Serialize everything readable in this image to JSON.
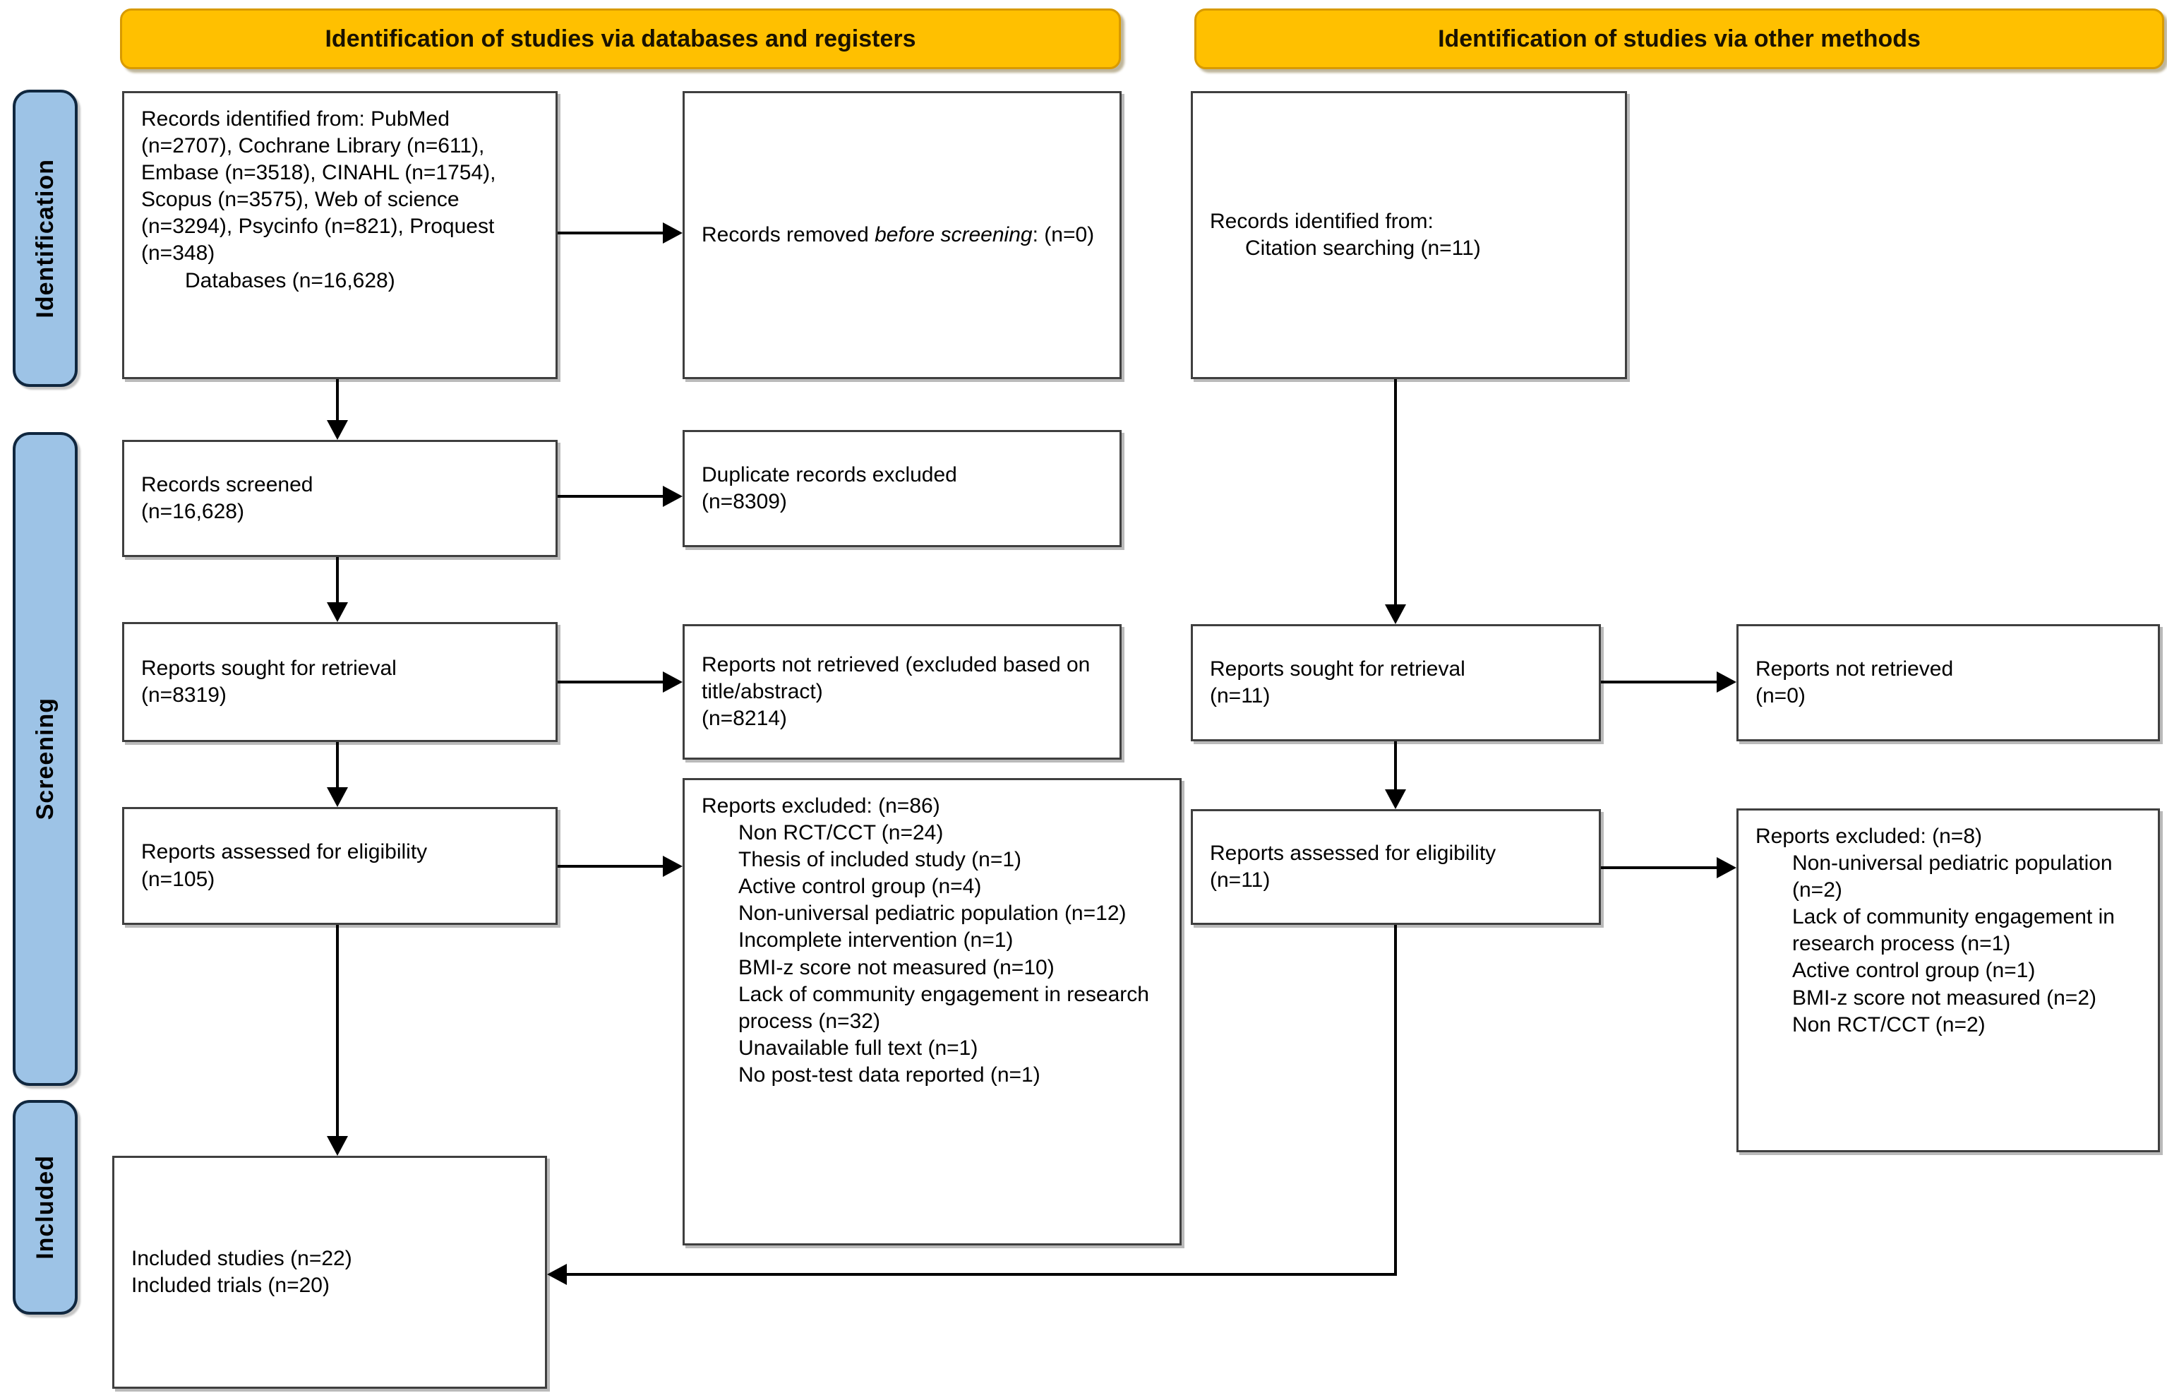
{
  "title": "PRISMA flow diagram of study selection",
  "colors": {
    "header_bg": "#FFC000",
    "header_border": "#D89A00",
    "side_label_bg": "#9DC3E6",
    "side_label_border": "#10273F",
    "box_border": "#3F3F3F",
    "arrow": "#000000"
  },
  "headers": {
    "databases": "Identification of studies via databases and registers",
    "other_methods": "Identification of studies via other methods"
  },
  "side_labels": {
    "identification": "Identification",
    "screening": "Screening",
    "included": "Included"
  },
  "boxes": {
    "db_records": {
      "main": "Records identified from: PubMed (n=2707), Cochrane Library (n=611), Embase (n=3518), CINAHL (n=1754), Scopus (n=3575), Web of science (n=3294), Psycinfo (n=821), Proquest (n=348)",
      "indented": "Databases (n=16,628)"
    },
    "records_removed": {
      "prefix": "Records removed ",
      "italic": "before screening",
      "suffix": ": (n=0)"
    },
    "records_screened": {
      "line1": "Records screened",
      "line2": "(n=16,628)"
    },
    "duplicates_excluded": {
      "line1": "Duplicate records excluded",
      "line2": "(n=8309)"
    },
    "reports_sought_db": {
      "line1": "Reports sought for retrieval",
      "line2": "(n=8319)"
    },
    "reports_not_retrieved_db": {
      "line1": "Reports not retrieved (excluded based on title/abstract)",
      "line2": "(n=8214)"
    },
    "reports_assessed_db": {
      "line1": "Reports assessed for eligibility",
      "line2": "(n=105)"
    },
    "reports_excluded_db": {
      "title": "Reports excluded: (n=86)",
      "items": [
        "Non RCT/CCT (n=24)",
        "Thesis of included study (n=1)",
        "Active control group (n=4)",
        "Non-universal pediatric population (n=12)",
        "Incomplete intervention (n=1)",
        "BMI-z score not measured (n=10)",
        "Lack of community engagement in research process (n=32)",
        "Unavailable full text (n=1)",
        "No post-test data reported (n=1)"
      ]
    },
    "citation_records": {
      "line1": "Records identified from:",
      "line2": "Citation searching (n=11)"
    },
    "reports_sought_other": {
      "line1": "Reports sought for retrieval",
      "line2": "(n=11)"
    },
    "reports_not_retrieved_other": {
      "line1": "Reports not retrieved",
      "line2": "(n=0)"
    },
    "reports_assessed_other": {
      "line1": "Reports assessed for eligibility",
      "line2": "(n=11)"
    },
    "reports_excluded_other": {
      "title": "Reports excluded: (n=8)",
      "items": [
        "Non-universal pediatric population (n=2)",
        "Lack of community engagement in research process (n=1)",
        "Active control group (n=1)",
        "BMI-z score not measured (n=2)",
        "Non RCT/CCT (n=2)"
      ]
    },
    "included": {
      "line1": "Included studies (n=22)",
      "line2": "Included trials (n=20)"
    }
  }
}
